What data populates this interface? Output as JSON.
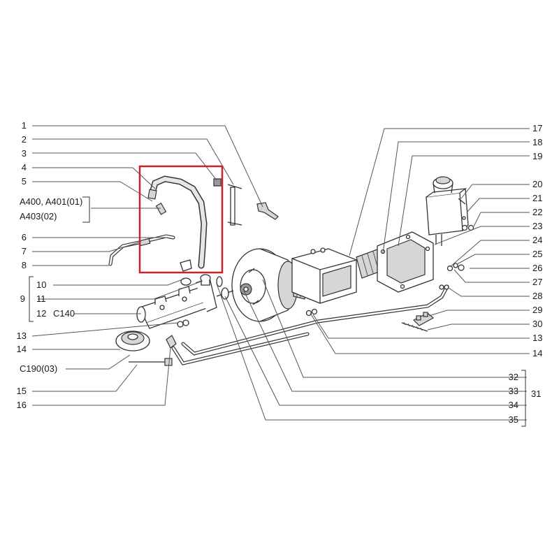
{
  "callouts": {
    "left": [
      {
        "id": "c1",
        "text": "1"
      },
      {
        "id": "c2",
        "text": "2"
      },
      {
        "id": "c3",
        "text": "3"
      },
      {
        "id": "c4",
        "text": "4"
      },
      {
        "id": "c5",
        "text": "5"
      },
      {
        "id": "cA1",
        "text": "A400, A401(01)"
      },
      {
        "id": "cA2",
        "text": "A403(02)"
      },
      {
        "id": "c6",
        "text": "6"
      },
      {
        "id": "c7",
        "text": "7"
      },
      {
        "id": "c8",
        "text": "8"
      },
      {
        "id": "c9",
        "text": "9"
      },
      {
        "id": "c10",
        "text": "10"
      },
      {
        "id": "c11",
        "text": "11"
      },
      {
        "id": "c12",
        "text": "12"
      },
      {
        "id": "cC140",
        "text": "C140"
      },
      {
        "id": "c13L",
        "text": "13"
      },
      {
        "id": "c14L",
        "text": "14"
      },
      {
        "id": "cC190",
        "text": "C190(03)"
      },
      {
        "id": "c15",
        "text": "15"
      },
      {
        "id": "c16",
        "text": "16"
      }
    ],
    "right": [
      {
        "id": "c17",
        "text": "17"
      },
      {
        "id": "c18",
        "text": "18"
      },
      {
        "id": "c19",
        "text": "19"
      },
      {
        "id": "c20",
        "text": "20"
      },
      {
        "id": "c21",
        "text": "21"
      },
      {
        "id": "c22",
        "text": "22"
      },
      {
        "id": "c23",
        "text": "23"
      },
      {
        "id": "c24",
        "text": "24"
      },
      {
        "id": "c25",
        "text": "25"
      },
      {
        "id": "c26",
        "text": "26"
      },
      {
        "id": "c27",
        "text": "27"
      },
      {
        "id": "c28",
        "text": "28"
      },
      {
        "id": "c29",
        "text": "29"
      },
      {
        "id": "c30",
        "text": "30"
      },
      {
        "id": "c13R",
        "text": "13"
      },
      {
        "id": "c14R",
        "text": "14"
      },
      {
        "id": "c32",
        "text": "32"
      },
      {
        "id": "c33",
        "text": "33"
      },
      {
        "id": "c31",
        "text": "31"
      },
      {
        "id": "c34",
        "text": "34"
      },
      {
        "id": "c35",
        "text": "35"
      }
    ]
  },
  "highlight": {
    "color": "#d0202a"
  }
}
